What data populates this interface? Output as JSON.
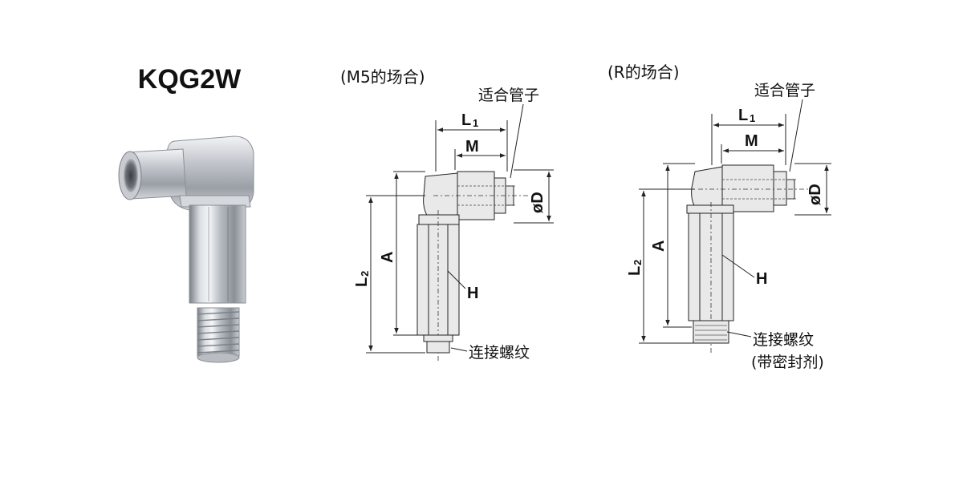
{
  "product": {
    "title": "KQG2W"
  },
  "m5_view": {
    "heading": "(M5的场合)",
    "tube_label": "适合管子",
    "dim_L1": "L",
    "dim_L1_sub": "1",
    "dim_M": "M",
    "dim_D": "øD",
    "dim_A": "A",
    "dim_L2": "L",
    "dim_L2_sub": "2",
    "dim_H": "H",
    "thread_label": "连接螺纹"
  },
  "r_view": {
    "heading": "(R的场合)",
    "tube_label": "适合管子",
    "dim_L1": "L",
    "dim_L1_sub": "1",
    "dim_M": "M",
    "dim_D": "øD",
    "dim_A": "A",
    "dim_L2": "L",
    "dim_L2_sub": "2",
    "dim_H": "H",
    "thread_label": "连接螺纹",
    "thread_note": "(带密封剂)"
  }
}
